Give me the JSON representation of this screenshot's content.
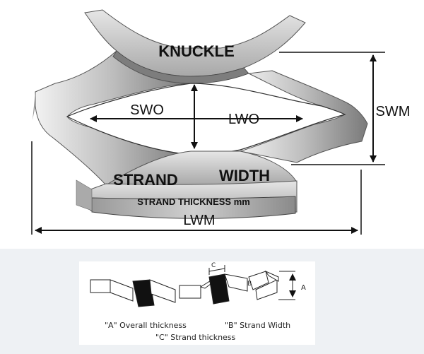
{
  "diagram": {
    "labels": {
      "knuckle": "KNUCKLE",
      "swo": "SWO",
      "lwo": "LWO",
      "swm": "SWM",
      "strand": "STRAND",
      "width": "WIDTH",
      "strand_thickness": "STRAND THICKNESS mm",
      "lwm": "LWM"
    },
    "section": {
      "label_a": "A",
      "label_b": "B",
      "label_c": "C",
      "caption_a": "\"A\" Overall thickness",
      "caption_b": "\"B\" Strand Width",
      "caption_c": "\"C\" Strand thickness"
    },
    "colors": {
      "metal_light": "#d9d9d9",
      "metal_dark": "#8c8c8c",
      "panel_bg": "#eef1f4",
      "ink": "#111111"
    }
  }
}
